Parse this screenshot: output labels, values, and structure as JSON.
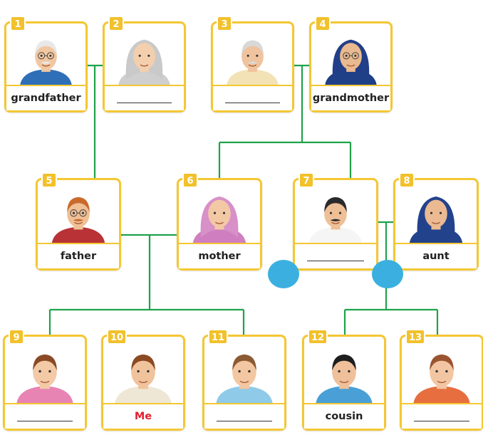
{
  "members": [
    {
      "number": "1",
      "label": "grandfather",
      "label_color": "dark",
      "face": {
        "skin": "#f1c7a1",
        "hair": "#e8e8e8",
        "clothes": "#2e6fb8",
        "headscarf": null,
        "glasses": true,
        "mustache": true
      }
    },
    {
      "number": "2",
      "label": "",
      "label_color": "dark",
      "face": {
        "skin": "#f3cfae",
        "hair": null,
        "clothes": "#cfcfcf",
        "headscarf": "#c9c9c9",
        "glasses": false,
        "mustache": false
      }
    },
    {
      "number": "3",
      "label": "",
      "label_color": "dark",
      "face": {
        "skin": "#efc39d",
        "hair": "#d8d8d8",
        "clothes": "#f3e2b6",
        "headscarf": null,
        "glasses": false,
        "mustache": true
      }
    },
    {
      "number": "4",
      "label": "grandmother",
      "label_color": "dark",
      "face": {
        "skin": "#e9b98f",
        "hair": null,
        "clothes": "#1f3f86",
        "headscarf": "#213e88",
        "glasses": true,
        "mustache": false
      }
    },
    {
      "number": "5",
      "label": "father",
      "label_color": "dark",
      "face": {
        "skin": "#f0bf95",
        "hair": "#c96a2c",
        "clothes": "#b83236",
        "headscarf": null,
        "glasses": true,
        "mustache": true
      }
    },
    {
      "number": "6",
      "label": "mother",
      "label_color": "dark",
      "face": {
        "skin": "#f2c8a5",
        "hair": null,
        "clothes": "#cf7fc0",
        "headscarf": "#d890c8",
        "glasses": false,
        "mustache": false
      }
    },
    {
      "number": "7",
      "label": "",
      "label_color": "dark",
      "face": {
        "skin": "#efbf96",
        "hair": "#2a2a2a",
        "clothes": "#f5f5f5",
        "headscarf": null,
        "glasses": false,
        "mustache": true
      }
    },
    {
      "number": "8",
      "label": "aunt",
      "label_color": "dark",
      "face": {
        "skin": "#ebba92",
        "hair": null,
        "clothes": "#23428c",
        "headscarf": "#23428c",
        "glasses": false,
        "mustache": false
      }
    },
    {
      "number": "9",
      "label": "",
      "label_color": "dark",
      "face": {
        "skin": "#f3c9a6",
        "hair": "#8a4a26",
        "clothes": "#e884b4",
        "headscarf": null,
        "glasses": false,
        "mustache": false
      }
    },
    {
      "number": "10",
      "label": "Me",
      "label_color": "red",
      "face": {
        "skin": "#f1c39c",
        "hair": "#8b4a22",
        "clothes": "#efe7d6",
        "headscarf": null,
        "glasses": false,
        "mustache": false
      }
    },
    {
      "number": "11",
      "label": "",
      "label_color": "dark",
      "face": {
        "skin": "#f2c7a1",
        "hair": "#8a5a33",
        "clothes": "#8fcbe8",
        "headscarf": null,
        "glasses": false,
        "mustache": false
      }
    },
    {
      "number": "12",
      "label": "cousin",
      "label_color": "dark",
      "face": {
        "skin": "#efc09a",
        "hair": "#1e1e1e",
        "clothes": "#4aa0d6",
        "headscarf": null,
        "glasses": false,
        "mustache": false
      }
    },
    {
      "number": "13",
      "label": "",
      "label_color": "dark",
      "face": {
        "skin": "#f2c6a2",
        "hair": "#9a5430",
        "clothes": "#e76f3f",
        "headscarf": null,
        "glasses": false,
        "mustache": false
      }
    }
  ],
  "colors": {
    "connector": "#1fa24a",
    "card_border": "#f4c733",
    "badge": "#f2c12b",
    "highlight_blob": "#3bb0e0"
  }
}
